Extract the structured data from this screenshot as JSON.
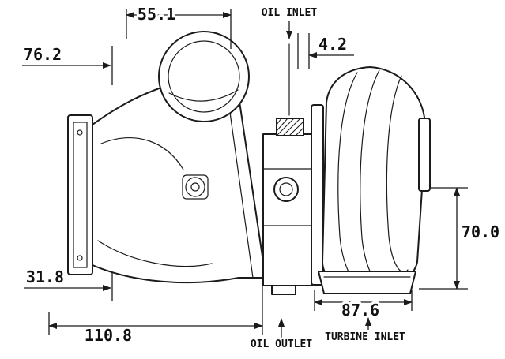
{
  "colors": {
    "ink": "#1b1b1b",
    "paper": "#ffffff"
  },
  "dimensions": {
    "top_width": "55.1",
    "left_upper": "76.2",
    "oil_offset": "4.2",
    "right_height": "70.0",
    "left_lower": "31.8",
    "bottom_right_width": "87.6",
    "overall_length": "110.8"
  },
  "labels": {
    "oil_inlet": "OIL INLET",
    "oil_outlet": "OIL OUTLET",
    "turbine_inlet": "TURBINE INLET"
  }
}
